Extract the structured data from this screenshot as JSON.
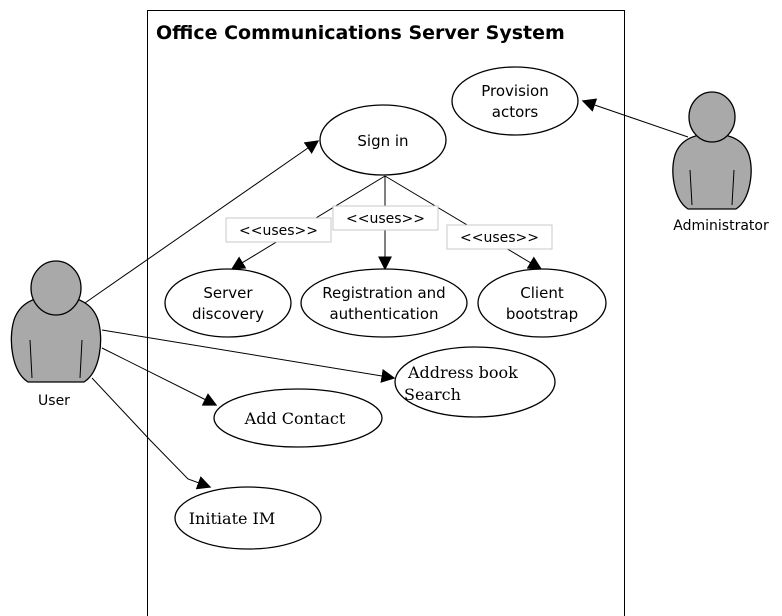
{
  "system": {
    "title": "Office Communications Server System"
  },
  "actors": {
    "user": {
      "label": "User",
      "icon": "person-icon"
    },
    "administrator": {
      "label": "Administrator",
      "icon": "person-icon"
    }
  },
  "use_cases": {
    "provision": {
      "line1": "Provision",
      "line2": "actors"
    },
    "sign_in": {
      "label": "Sign in"
    },
    "server_discovery": {
      "line1": "Server",
      "line2": "discovery"
    },
    "registration": {
      "line1": "Registration and",
      "line2": "authentication"
    },
    "client_bootstrap": {
      "line1": "Client",
      "line2": "bootstrap"
    },
    "address_book": {
      "line1": "Address book",
      "line2": "Search"
    },
    "add_contact": {
      "label": "Add Contact"
    },
    "initiate_im": {
      "label": "Initiate IM"
    }
  },
  "stereotypes": {
    "uses": "<<uses>>"
  },
  "colors": {
    "actor_fill": "#a9a9a9",
    "line": "#000000",
    "stereotype_border": "#c8c8c8"
  }
}
